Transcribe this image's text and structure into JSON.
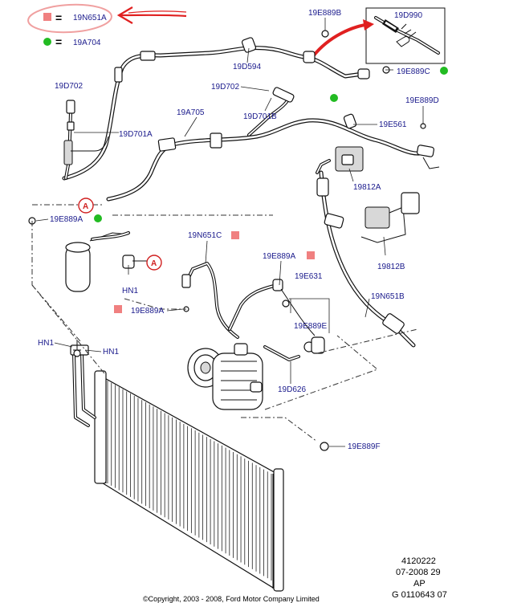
{
  "legend": {
    "red_item": {
      "symbol": "=",
      "label": "19N651A"
    },
    "green_item": {
      "symbol": "=",
      "label": "19A704"
    }
  },
  "colors": {
    "red_square": "#f08080",
    "green_dot": "#22bb22",
    "label_text": "#1a1a8c",
    "arrow_red": "#e02020",
    "callout_red": "#d02020"
  },
  "labels": {
    "l_19E889B": "19E889B",
    "l_19D990": "19D990",
    "l_19D594": "19D594",
    "l_19E889C": "19E889C",
    "l_19D702_top": "19D702",
    "l_19D702_mid": "19D702",
    "l_19D701B": "19D701B",
    "l_19E889D": "19E889D",
    "l_19D701A": "19D701A",
    "l_19A705": "19A705",
    "l_19E561": "19E561",
    "l_19812A": "19812A",
    "l_19E889A_left": "19E889A",
    "l_19N651C": "19N651C",
    "l_19E889A_mid": "19E889A",
    "l_19812B": "19812B",
    "l_19E631": "19E631",
    "l_19N651B": "19N651B",
    "l_HN1_dryer": "HN1",
    "l_19E889A_low": "19E889A",
    "l_19E889E": "19E889E",
    "l_HN1_left": "HN1",
    "l_HN1_right": "HN1",
    "l_19D626": "19D626",
    "l_19E889F": "19E889F",
    "callout_a1": "A",
    "callout_a2": "A"
  },
  "reference": {
    "line1": "4120222",
    "line2": "07-2008 29",
    "line3": "AP",
    "line4": "G 0110643 07"
  },
  "copyright": "©Copyright, 2003 - 2008, Ford Motor Company Limited"
}
